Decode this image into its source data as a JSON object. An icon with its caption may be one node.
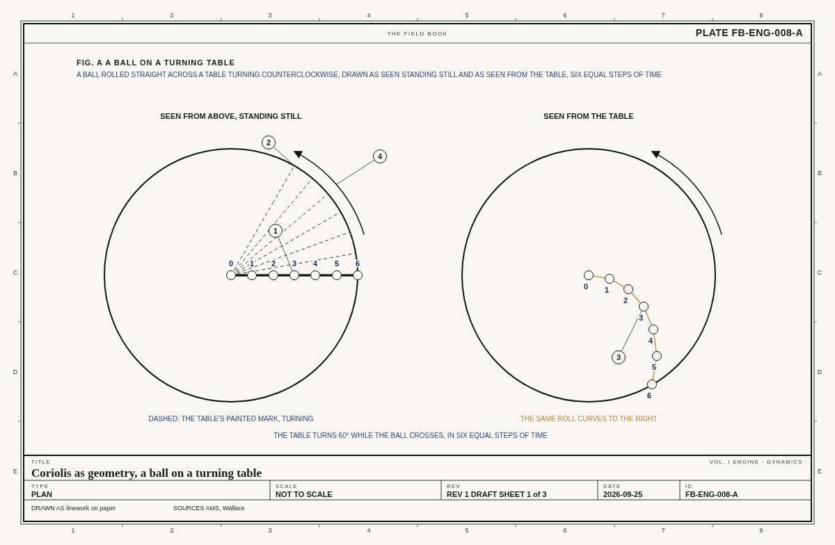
{
  "diagram": {
    "title": "FIG. A A BALL ON A TURNING TABLE",
    "nodes": [
      {
        "text": [
          "2"
        ]
      },
      {
        "text": [
          "4"
        ]
      },
      {
        "text": [
          "1"
        ]
      },
      {
        "text": [],
        "shape": "circle",
        "beside": [
          "0"
        ]
      },
      {
        "text": [],
        "shape": "circle",
        "beside": [
          "1"
        ]
      },
      {
        "text": [],
        "shape": "circle",
        "beside": [
          "2"
        ]
      },
      {
        "text": [],
        "shape": "circle",
        "beside": [
          "3"
        ]
      },
      {
        "text": [],
        "shape": "circle",
        "beside": [
          "4"
        ]
      },
      {
        "text": [],
        "shape": "circle",
        "beside": [
          "5"
        ]
      },
      {
        "text": [],
        "shape": "circle",
        "beside": [
          "6"
        ]
      },
      {
        "text": [],
        "shape": "circle",
        "beside": [
          "0"
        ]
      },
      {
        "text": [],
        "shape": "circle",
        "beside": [
          "1"
        ]
      },
      {
        "text": [],
        "shape": "circle",
        "beside": [
          "2"
        ]
      },
      {
        "text": [],
        "shape": "circle",
        "beside": [
          "3"
        ]
      },
      {
        "text": [],
        "shape": "circle",
        "beside": [
          "4"
        ]
      },
      {
        "text": [],
        "shape": "circle",
        "beside": [
          "5"
        ]
      },
      {
        "text": [],
        "shape": "circle",
        "beside": [
          "6"
        ]
      },
      {
        "text": [
          "3"
        ]
      },
      {
        "text": [],
        "shape": "line"
      }
    ],
    "edges": [
      {
        "from": 0,
        "to": 18,
        "arrow": "none"
      },
      {
        "from": 1,
        "to": null,
        "arrow": "none"
      },
      {
        "from": 2,
        "to": 6,
        "arrow": "none"
      },
      {
        "from": 3,
        "to": 4,
        "arrow": "none",
        "style": "thick"
      },
      {
        "from": 4,
        "to": 5,
        "arrow": "none",
        "style": "thick"
      },
      {
        "from": 5,
        "to": 6,
        "arrow": "none",
        "style": "thick"
      },
      {
        "from": 6,
        "to": 7,
        "arrow": "none",
        "style": "thick"
      },
      {
        "from": 7,
        "to": 8,
        "arrow": "none",
        "style": "thick"
      },
      {
        "from": 8,
        "to": 9,
        "arrow": "none",
        "style": "thick"
      },
      {
        "from": 10,
        "to": 11,
        "arrow": "none",
        "color": "#b08a3e"
      },
      {
        "from": 11,
        "to": 12,
        "arrow": "none",
        "color": "#b08a3e"
      },
      {
        "from": 12,
        "to": 13,
        "arrow": "none",
        "color": "#b08a3e"
      },
      {
        "from": 13,
        "to": 14,
        "arrow": "none",
        "color": "#b08a3e"
      },
      {
        "from": 14,
        "to": 15,
        "arrow": "none",
        "color": "#b08a3e"
      },
      {
        "from": 15,
        "to": 16,
        "arrow": "none",
        "color": "#b08a3e"
      },
      {
        "from": 17,
        "to": 13,
        "arrow": "none"
      }
    ],
    "labels": [
      "1",
      "2",
      "3",
      "4",
      "5",
      "6",
      "7",
      "8",
      "A",
      "B",
      "C",
      "D",
      "E",
      "A",
      "B",
      "C",
      "D",
      "E",
      "THE FIELD BOOK",
      "PLATE FB-ENG-008-A",
      "A BALL ROLLED STRAIGHT ACROSS A TABLE TURNING COUNTERCLOCKWISE, DRAWN AS SEEN STANDING STILL AND AS SEEN FROM THE TABLE, SIX EQUAL STEPS OF TIME",
      "SEEN FROM ABOVE, STANDING STILL",
      "SEEN FROM THE TABLE",
      "DASHED: THE TABLE'S PAINTED MARK, TURNING",
      "THE SAME ROLL CURVES TO THE RIGHT",
      "THE TABLE TURNS 60° WHILE THE BALL CROSSES, IN SIX EQUAL STEPS OF TIME",
      "TITLE",
      "VOL. I ENGINE · DYNAMICS",
      "Coriolis as geometry, a ball on a turning table",
      "TYPE",
      "PLAN",
      "SCALE",
      "NOT TO SCALE",
      "REV",
      "REV 1 DRAFT SHEET 1 of 3",
      "DATE",
      "2026-09-25",
      "ID",
      "FB-ENG-008-A",
      "DRAWN AS linework on paper",
      "SOURCES AMS, Wallace",
      "1",
      "2",
      "3",
      "4",
      "5",
      "6",
      "7",
      "8"
    ]
  }
}
